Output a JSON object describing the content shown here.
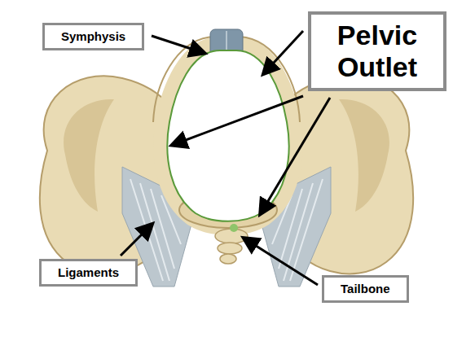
{
  "diagram": {
    "nodes": [
      {
        "text": [
          "Symphysis"
        ]
      },
      {
        "text": [
          "Pelvic Outlet"
        ]
      },
      {
        "text": [
          "Ligaments"
        ]
      },
      {
        "text": [
          "Tailbone"
        ]
      }
    ]
  }
}
